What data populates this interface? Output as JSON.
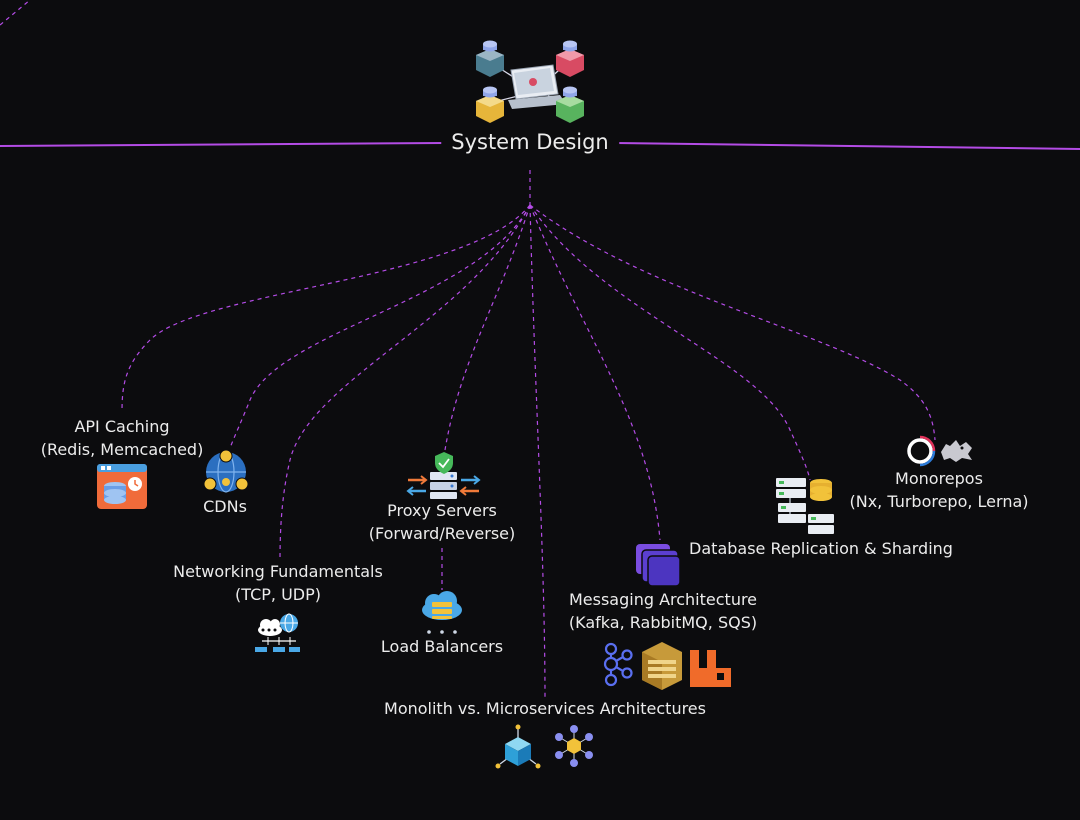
{
  "root": {
    "label": "System Design",
    "icon": "servers-laptop-network-icon"
  },
  "topics": [
    {
      "id": "api-caching",
      "lines": [
        "API Caching",
        "(Redis, Memcached)"
      ],
      "icons": [
        "cache-storage-icon"
      ]
    },
    {
      "id": "cdns",
      "lines": [
        "CDNs"
      ],
      "icons": [
        "globe-network-icon"
      ]
    },
    {
      "id": "networking",
      "lines": [
        "Networking Fundamentals",
        "(TCP, UDP)"
      ],
      "icons": [
        "cloud-network-icon"
      ]
    },
    {
      "id": "proxy-servers",
      "lines": [
        "Proxy Servers",
        "(Forward/Reverse)"
      ],
      "icons": [
        "proxy-server-icon"
      ]
    },
    {
      "id": "load-balancers",
      "lines": [
        "Load Balancers"
      ],
      "icons": [
        "load-balancer-icon"
      ]
    },
    {
      "id": "monolith-microservices",
      "lines": [
        "Monolith vs. Microservices Architectures"
      ],
      "icons": [
        "monolith-cube-icon",
        "microservices-hex-icon"
      ]
    },
    {
      "id": "messaging",
      "lines": [
        "Messaging Architecture",
        "(Kafka, RabbitMQ, SQS)"
      ],
      "icons": [
        "messaging-stack-icon",
        "kafka-icon",
        "sqs-icon",
        "rabbitmq-icon"
      ]
    },
    {
      "id": "db-replication",
      "lines": [
        "Database Replication & Sharding"
      ],
      "icons": [
        "database-sharding-icon"
      ]
    },
    {
      "id": "monorepos",
      "lines": [
        "Monorepos",
        "(Nx, Turborepo, Lerna)"
      ],
      "icons": [
        "turborepo-icon",
        "lerna-icon"
      ]
    }
  ],
  "colors": {
    "background": "#0c0c0e",
    "connector": "#b44ce6",
    "text": "#ececec"
  }
}
